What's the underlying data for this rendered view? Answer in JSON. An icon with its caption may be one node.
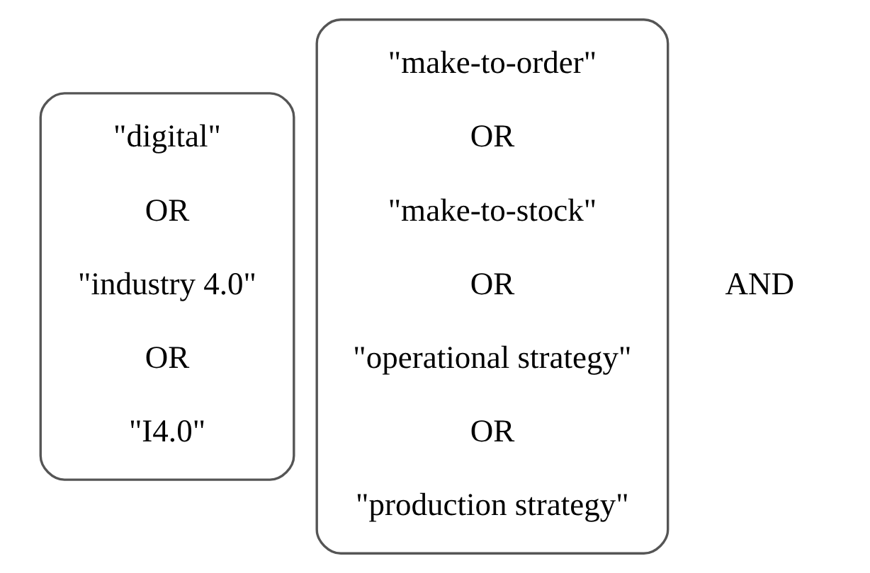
{
  "diagram": {
    "nodes": [
      {
        "text": [
          "\"digital\"",
          "OR",
          "\"industry 4.0\"",
          "OR",
          "\"I4.0\""
        ]
      },
      {
        "text": [
          "\"make-to-order\"",
          "OR",
          "\"make-to-stock\"",
          "OR",
          "\"operational strategy\"",
          "OR",
          "\"production strategy\""
        ]
      }
    ],
    "labels": [
      "AND"
    ]
  }
}
